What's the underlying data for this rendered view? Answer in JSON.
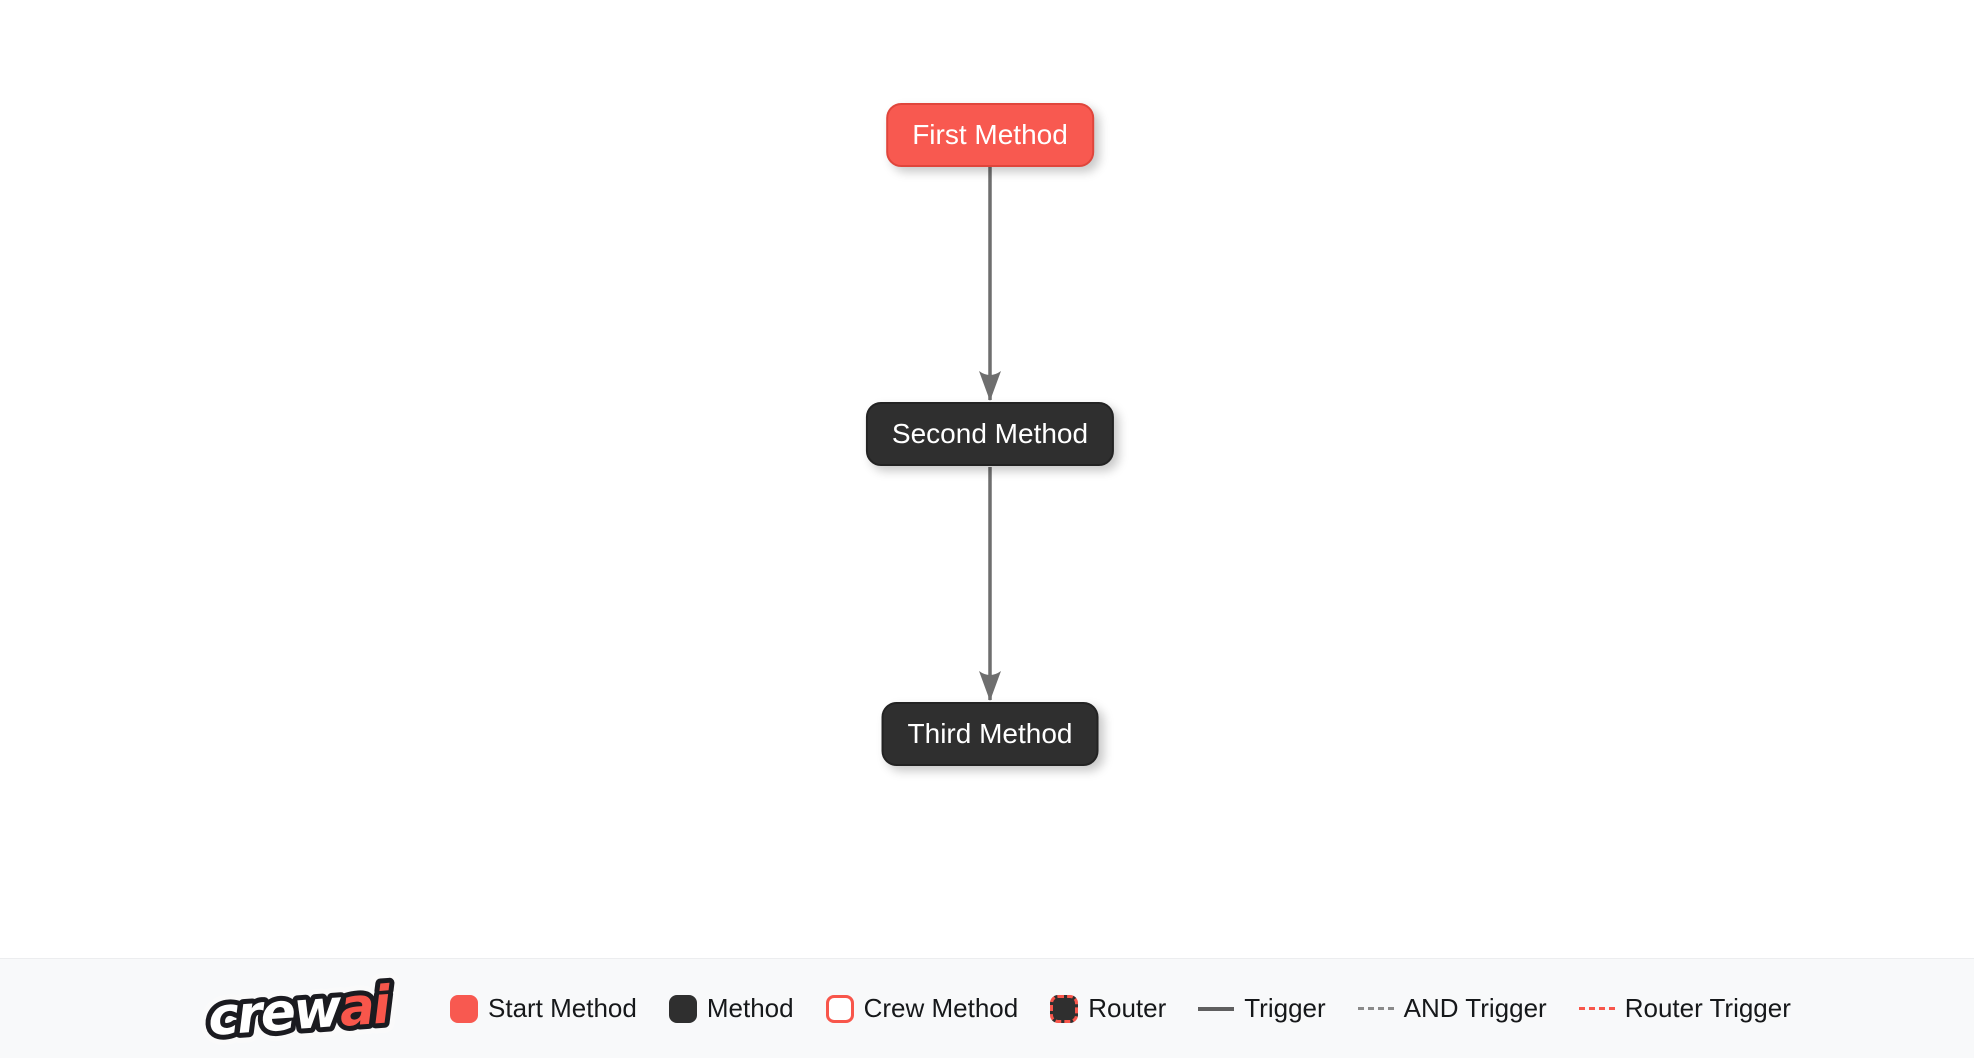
{
  "diagram": {
    "nodes": [
      {
        "label": "First Method",
        "type": "start-method"
      },
      {
        "label": "Second Method",
        "type": "method"
      },
      {
        "label": "Third Method",
        "type": "method"
      }
    ],
    "edges": [
      {
        "from": "First Method",
        "to": "Second Method",
        "type": "trigger"
      },
      {
        "from": "Second Method",
        "to": "Third Method",
        "type": "trigger"
      }
    ]
  },
  "legend": {
    "logo": {
      "full": "crewai",
      "crew": "crew",
      "ai": "ai"
    },
    "items": [
      {
        "label": "Start Method",
        "swatch": "start-method-box"
      },
      {
        "label": "Method",
        "swatch": "method-box"
      },
      {
        "label": "Crew Method",
        "swatch": "crew-method-box"
      },
      {
        "label": "Router",
        "swatch": "router-box"
      },
      {
        "label": "Trigger",
        "swatch": "solid-line"
      },
      {
        "label": "AND Trigger",
        "swatch": "dashed-line"
      },
      {
        "label": "Router Trigger",
        "swatch": "dashed-red-line"
      }
    ]
  },
  "colors": {
    "start_fill": "#F85950",
    "start_border": "#E0453B",
    "method_fill": "#2F2F2F",
    "edge_gray": "#6E6E6E",
    "accent_red": "#F8564B",
    "legend_background": "#F8F9FA",
    "canvas_background": "#FFFFFF",
    "legend_text": "#16181A"
  }
}
